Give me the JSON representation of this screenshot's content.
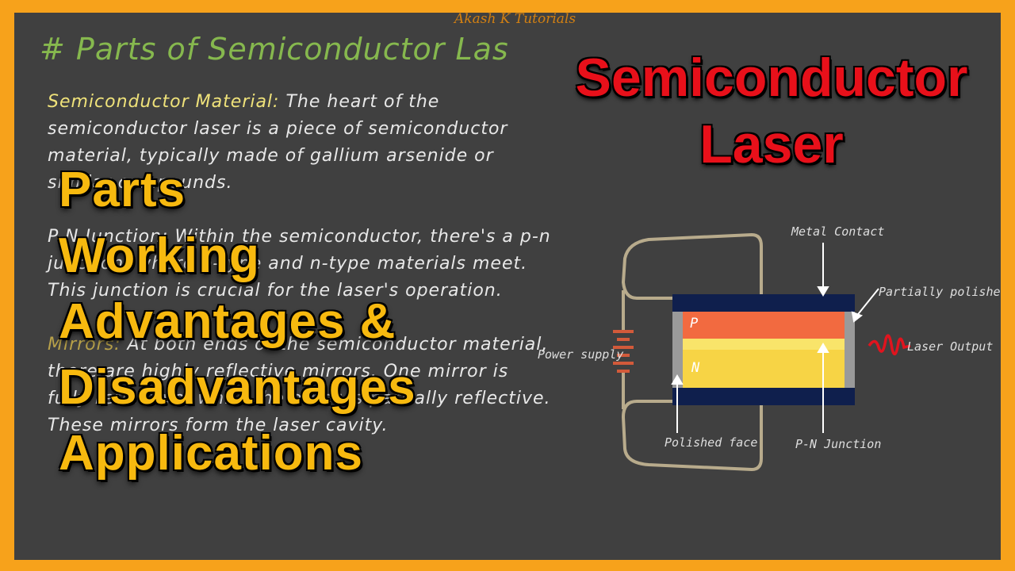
{
  "watermark": "Akash K Tutorials",
  "board_heading": "# Parts of Semiconductor Las",
  "notes": {
    "p1_term": "Semiconductor Material:",
    "p1_text": " The heart of the semiconductor laser is a piece of semiconductor material, typically made of gallium arsenide or similar compounds.",
    "p2_text": "P-N Junction: Within the semiconductor, there's a p-n junction, where p-type and n-type materials meet. This junction is crucial for the laser's operation.",
    "p3_term": "Mirrors:",
    "p3_text": " At both ends of the semiconductor material, there are highly reflective mirrors. One mirror is fully reflective, while the other is partially reflective. These mirrors form the laser cavity."
  },
  "title": {
    "line1": "Semiconductor",
    "line2": "Laser"
  },
  "topics": [
    "Parts",
    "Working",
    "Advantages &",
    "Disadvantages",
    "Applications"
  ],
  "diagram": {
    "labels": {
      "metal_contact": "Metal Contact",
      "partially_polished": "Partially polished face",
      "power_supply": "Power supply",
      "laser_output": "Laser Output",
      "polished_face": "Polished face",
      "pn_junction": "P-N Junction",
      "p_layer": "P",
      "n_layer": "N"
    },
    "colors": {
      "contact": "#0f1f4d",
      "p_layer": "#f26a40",
      "junction": "#f9e46a",
      "n_layer": "#f7d445",
      "face": "#9a9a9a",
      "wire": "#b8ab8c",
      "battery": "#d25a3a",
      "laser": "#e0141e"
    }
  }
}
